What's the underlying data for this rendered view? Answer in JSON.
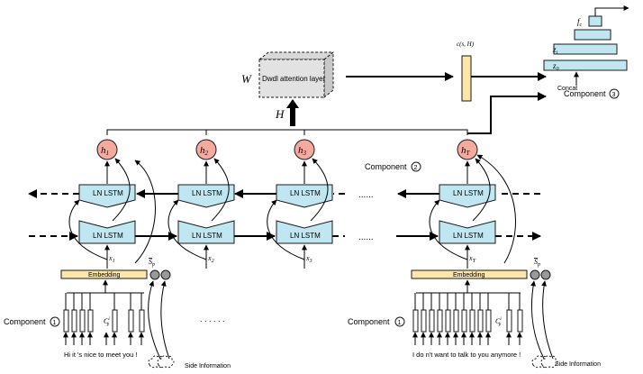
{
  "cell_label": "LN LSTM",
  "embedding_label": "Embedding",
  "attention": {
    "label": "Dwdl attention layer",
    "weight": "W",
    "input": "H"
  },
  "context_label": "c(s, H)",
  "concat_label": "Concat",
  "outputs": {
    "fc": "f",
    "fc_sub": "c",
    "zi": "z",
    "zi_sub": "i",
    "z0": "z",
    "z0_sub": "0"
  },
  "hidden": [
    {
      "base": "h",
      "sub": "1"
    },
    {
      "base": "h",
      "sub": "2"
    },
    {
      "base": "h",
      "sub": "3"
    },
    {
      "base": "h",
      "sub": "T"
    }
  ],
  "inputs_x": [
    {
      "base": "x",
      "sub": "1"
    },
    {
      "base": "x",
      "sub": "2"
    },
    {
      "base": "x",
      "sub": "3"
    },
    {
      "base": "x",
      "sub": "T"
    }
  ],
  "components": {
    "c1_left": {
      "text": "Component",
      "num": "1"
    },
    "c1_right": {
      "text": "Component",
      "num": "1"
    },
    "c2": {
      "text": "Component",
      "num": "2"
    },
    "c3": {
      "text": "Component",
      "num": "3"
    }
  },
  "ellipsis": "......",
  "ellipsis_tokens": ". . . . . .",
  "left_sentence": "Hi it 's nice to meet you !",
  "right_sentence": "I do n't want to talk to you anymore !",
  "side_info": "Side Information",
  "sp": {
    "base": "S",
    "sub": "p"
  },
  "cp": {
    "base": "C",
    "sub": "p",
    "sup": "i"
  },
  "cp_right": {
    "base": "C",
    "sub": "p",
    "sup": "i"
  }
}
